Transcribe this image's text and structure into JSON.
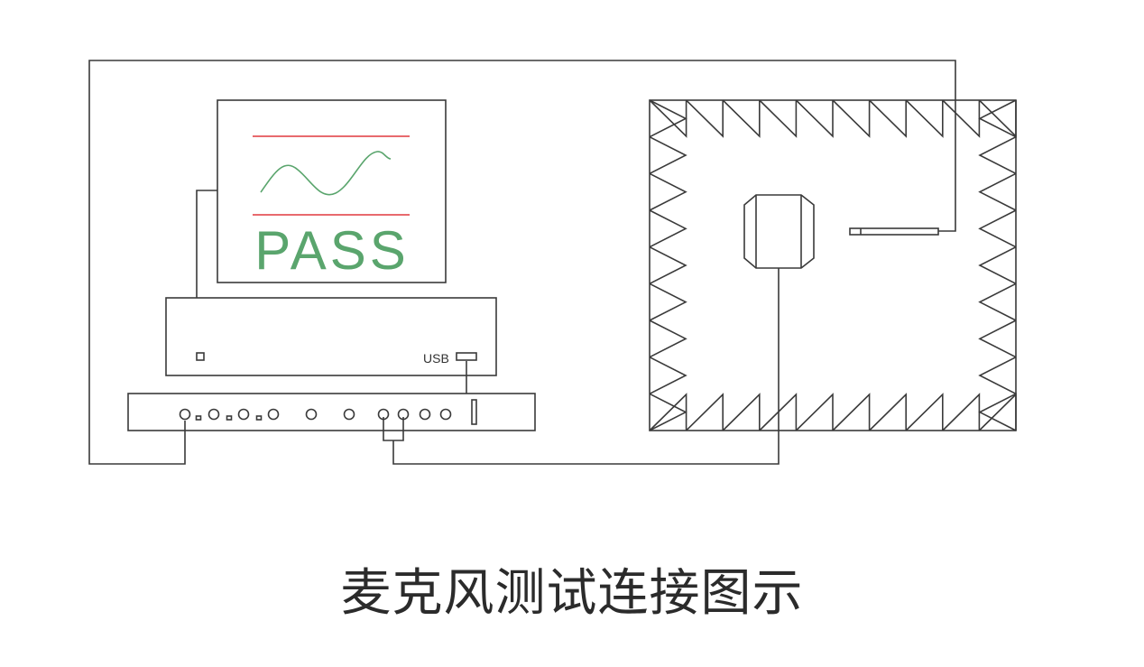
{
  "monitor": {
    "result": "PASS",
    "limit_color": "#e0393e",
    "curve_color": "#5aa56d"
  },
  "computer": {
    "port_label": "USB"
  },
  "caption": "麦克风测试连接图示"
}
